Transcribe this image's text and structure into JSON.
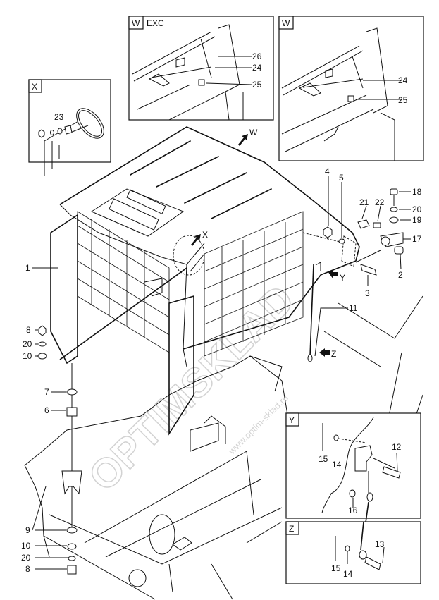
{
  "figure": {
    "insets": {
      "w_exc": {
        "tag": "W",
        "note": "EXC"
      },
      "w": {
        "tag": "W"
      },
      "x": {
        "tag": "X"
      },
      "y": {
        "tag": "Y"
      },
      "z": {
        "tag": "Z"
      }
    },
    "view_arrows": {
      "w": "W",
      "x": "X",
      "y": "Y",
      "z": "Z"
    },
    "callouts": {
      "main_1": "1",
      "main_2": "2",
      "main_3": "3",
      "main_4": "4",
      "main_5": "5",
      "main_17": "17",
      "main_18": "18",
      "main_19": "19",
      "main_20a": "20",
      "main_21": "21",
      "main_22": "22",
      "main_11": "11",
      "left_8a": "8",
      "left_20a": "20",
      "left_10a": "10",
      "left_7": "7",
      "left_6": "6",
      "left_9": "9",
      "left_10b": "10",
      "left_20b": "20",
      "left_8b": "8",
      "x_23": "23",
      "wexc_26": "26",
      "wexc_24": "24",
      "wexc_25": "25",
      "w_24": "24",
      "w_25": "25",
      "y_12": "12",
      "y_15": "15",
      "y_14": "14",
      "y_16": "16",
      "z_13": "13",
      "z_15": "15",
      "z_14": "14"
    },
    "watermark": {
      "brand": "OPTIMSKLAD",
      "url": "www.optim-sklad.ru"
    }
  }
}
